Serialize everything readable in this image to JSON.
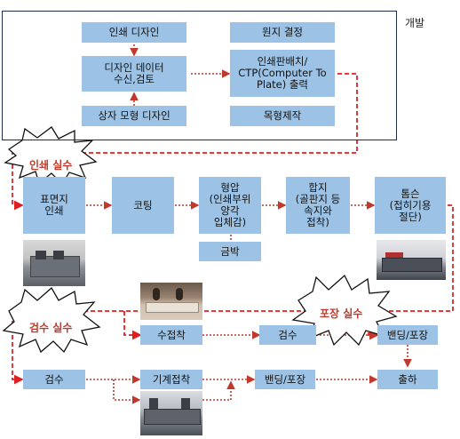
{
  "development": {
    "label": "개발",
    "boxes": {
      "print_design": "인쇄 디자인",
      "plate_making": "원지 결정",
      "design_data": "디자인 데이터\n수신,검토",
      "ctp": "인쇄판배치/\nCTP(Computer To\nPlate) 출력",
      "box_design": "상자 모형 디자인",
      "wood_die": "목형제작"
    }
  },
  "process": {
    "surface_print": "표면지\n인쇄",
    "coating": "코팅",
    "embossing": "형압\n(인쇄부위\n양각\n입체감)",
    "foil": "금박",
    "lamination": "합지\n(골판지 등\n속지와\n접착)",
    "die_cut": "톰슨\n(접히기용\n절단)",
    "hand_glue": "수접착",
    "inspect_mid": "검수",
    "banding_top": "밴딩/포장",
    "inspect_left": "검수",
    "machine_glue": "기계접착",
    "banding_bottom": "밴딩/포장",
    "shipping": "출하"
  },
  "errors": {
    "print_error": "인쇄 실수",
    "inspect_error": "검수 실수",
    "pack_error": "포장 실수"
  },
  "colors": {
    "box_fill": "#9cc3e6",
    "flow_arrow": "#c0392b",
    "error_line": "#e02020",
    "frame": "#1f2d4d"
  }
}
